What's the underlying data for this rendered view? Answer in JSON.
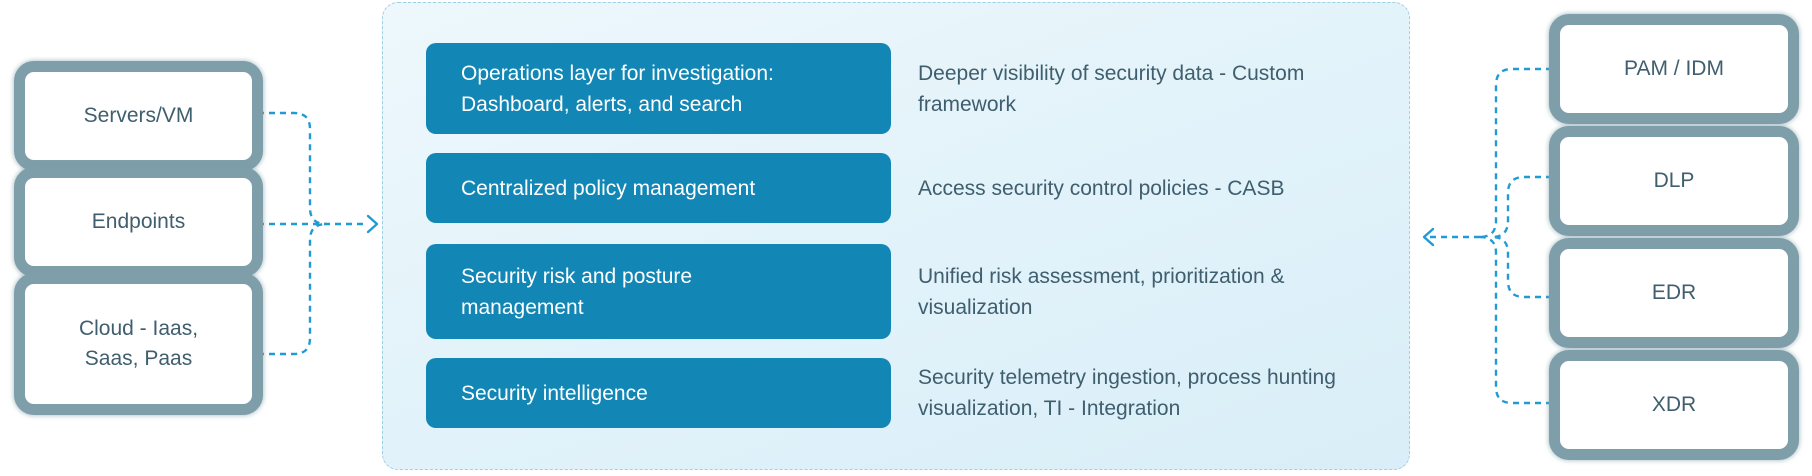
{
  "colors": {
    "node_border": "#7E9EA9",
    "node_text": "#3F5E6E",
    "panel_background_top": "#EEF8FC",
    "panel_background_bottom": "#D9EEF8",
    "panel_border": "#9FCFE5",
    "pill_background": "#1286B5",
    "pill_text": "#FFFFFF",
    "description_text": "#3F5E6E",
    "connector_dash": "#209BD5"
  },
  "left_column": {
    "items": [
      {
        "label": "Servers/VM"
      },
      {
        "label": "Endpoints"
      },
      {
        "label": "Cloud - Iaas,\nSaas, Paas"
      }
    ]
  },
  "center_panel": {
    "rows": [
      {
        "button": "Operations layer for investigation:\nDashboard, alerts, and search",
        "description": "Deeper visibility of security data - Custom\nframework"
      },
      {
        "button": "Centralized policy management",
        "description": "Access security control policies - CASB"
      },
      {
        "button": "Security risk and posture\nmanagement",
        "description": "Unified risk assessment, prioritization &\nvisualization"
      },
      {
        "button": "Security intelligence",
        "description": "Security telemetry ingestion, process hunting\nvisualization, TI - Integration"
      }
    ]
  },
  "right_column": {
    "items": [
      {
        "label": "PAM / IDM"
      },
      {
        "label": "DLP"
      },
      {
        "label": "EDR"
      },
      {
        "label": "XDR"
      }
    ]
  }
}
